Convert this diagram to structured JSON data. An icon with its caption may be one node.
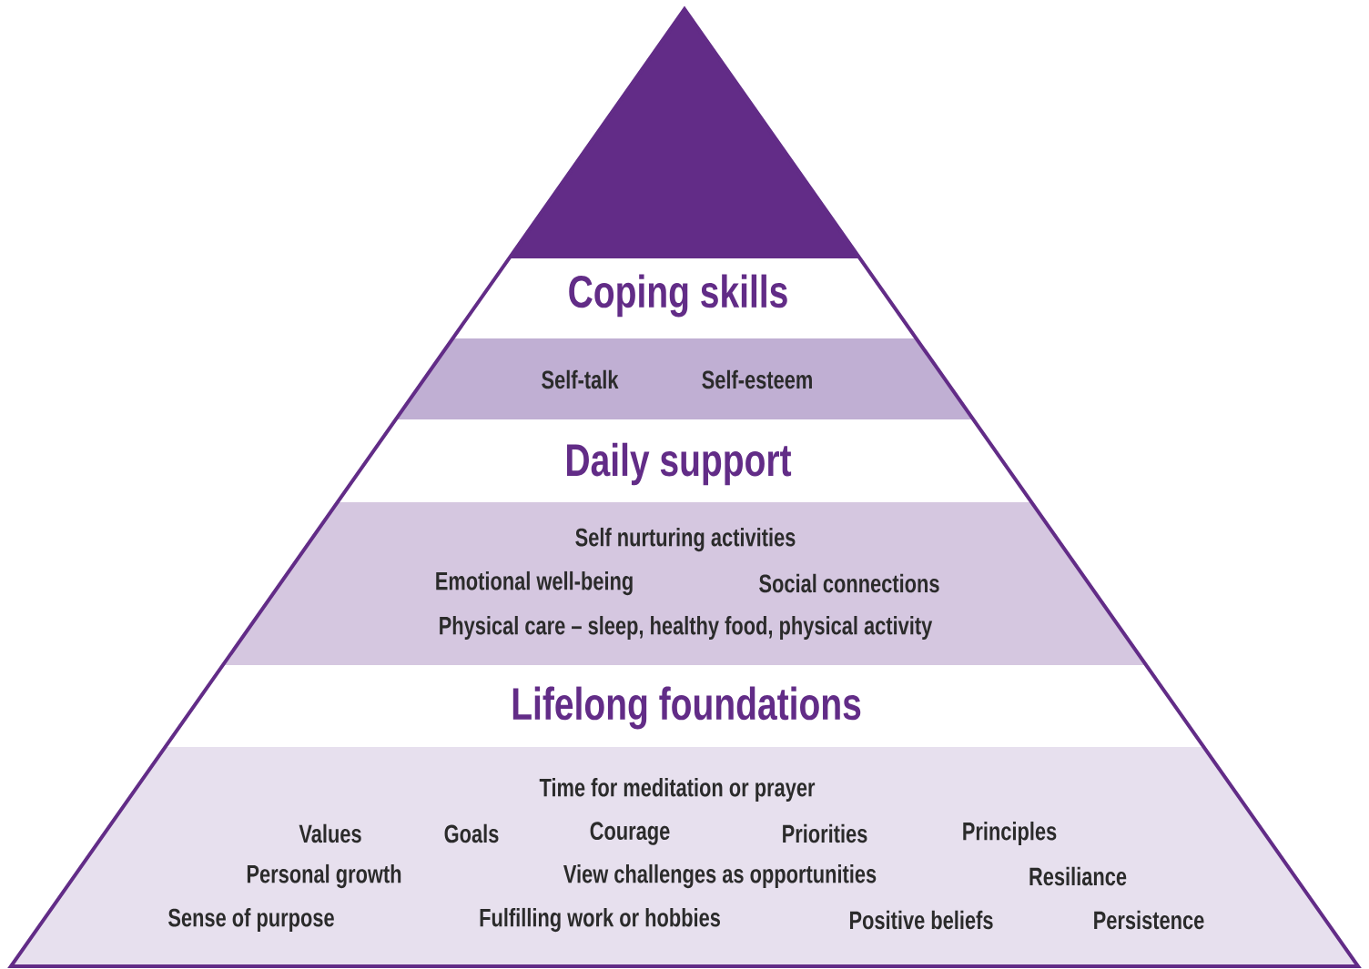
{
  "diagram": {
    "nodes": [
      {
        "text": [],
        "shape": "triangle"
      },
      {
        "text": [
          "Coping skills"
        ]
      },
      {
        "text": [
          "Self-talk",
          "Self-esteem"
        ]
      },
      {
        "text": [
          "Daily support"
        ]
      },
      {
        "text": [
          "Self nurturing activities",
          "Emotional well-being",
          "Social connections",
          "Physical care – sleep, healthy food, physical activity"
        ]
      },
      {
        "text": [
          "Lifelong foundations"
        ]
      },
      {
        "text": [
          "Time for meditation or prayer",
          "Values",
          "Goals",
          "Courage",
          "Priorities",
          "Principles",
          "Personal growth",
          "View challenges as opportunities",
          "Resiliance",
          "Sense of purpose",
          "Fulfilling work or hobbies",
          "Positive beliefs",
          "Persistence"
        ]
      }
    ]
  }
}
